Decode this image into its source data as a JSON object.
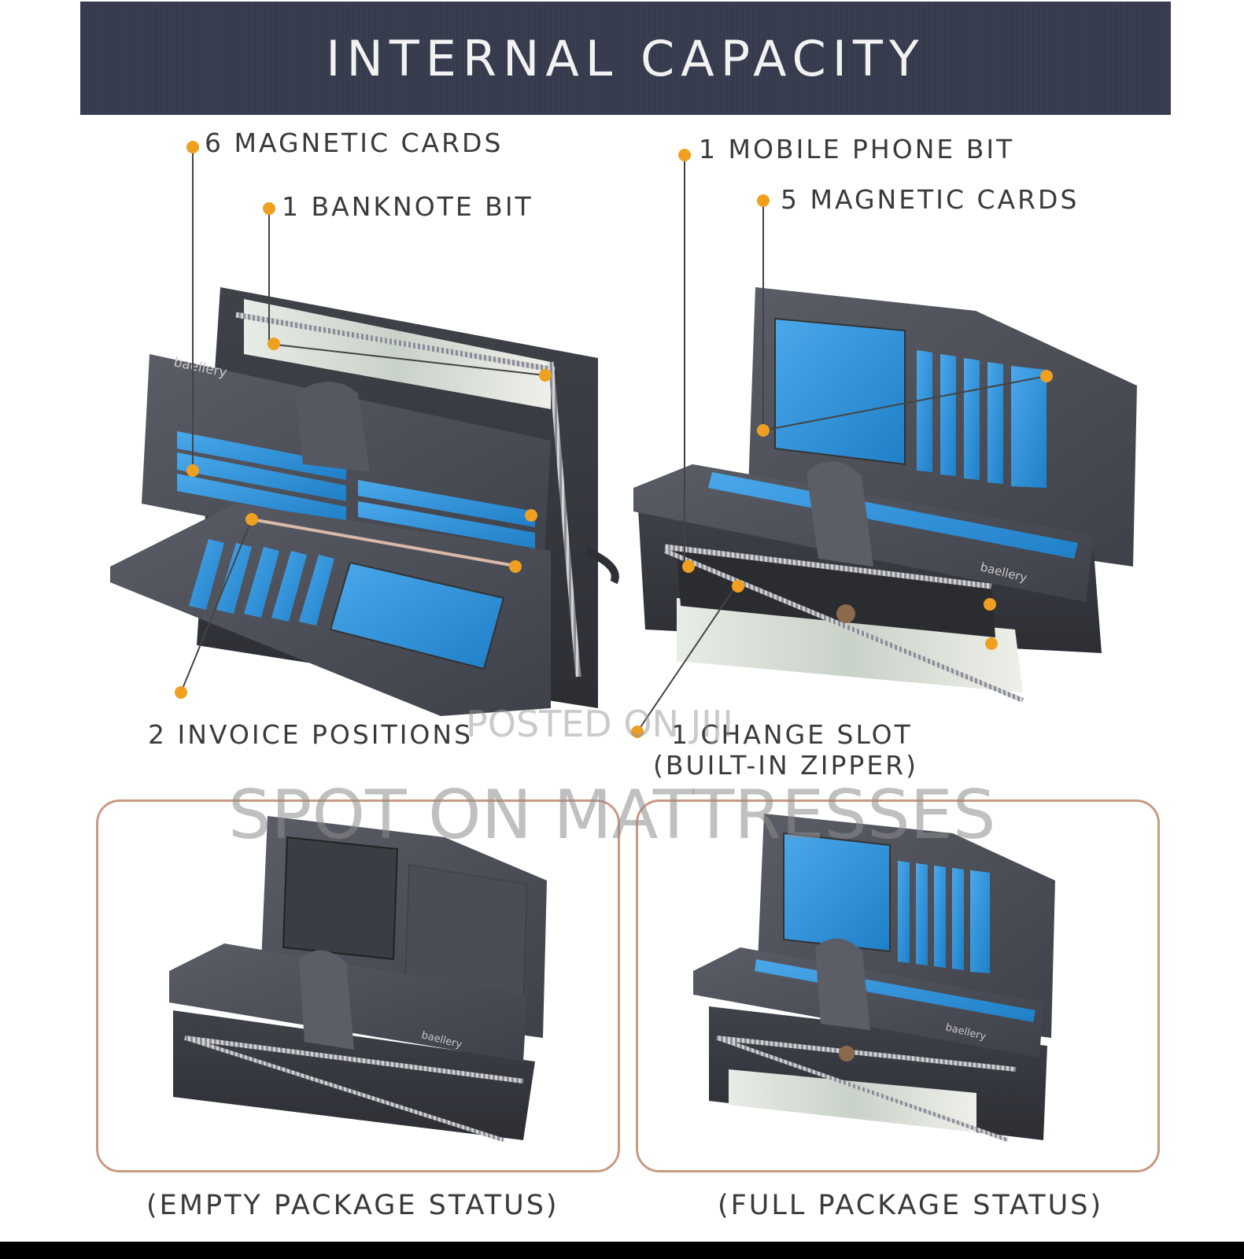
{
  "header": {
    "title": "INTERNAL CAPACITY"
  },
  "callouts": {
    "magnetic_cards_6": "6 MAGNETIC CARDS",
    "banknote_bit": "1 BANKNOTE BIT",
    "mobile_phone_bit": "1 MOBILE PHONE BIT",
    "magnetic_cards_5": "5 MAGNETIC CARDS",
    "invoice_positions": "2 INVOICE POSITIONS",
    "change_slot_line1": "1 CHANGE SLOT",
    "change_slot_line2": "(BUILT-IN ZIPPER)"
  },
  "status_labels": {
    "empty": "(EMPTY PACKAGE STATUS)",
    "full": "(FULL PACKAGE STATUS)"
  },
  "wallet_brand": "baellery",
  "watermarks": {
    "posted": "POSTED ON JIJI",
    "shop": "SPOT ON MATTRESSES"
  },
  "colors": {
    "header_bg": "#353a4d",
    "accent_dot": "#f0a020",
    "leather": "#4a4d55",
    "card_blue": "#2a8fd6",
    "panel_border": "#c99a82"
  }
}
